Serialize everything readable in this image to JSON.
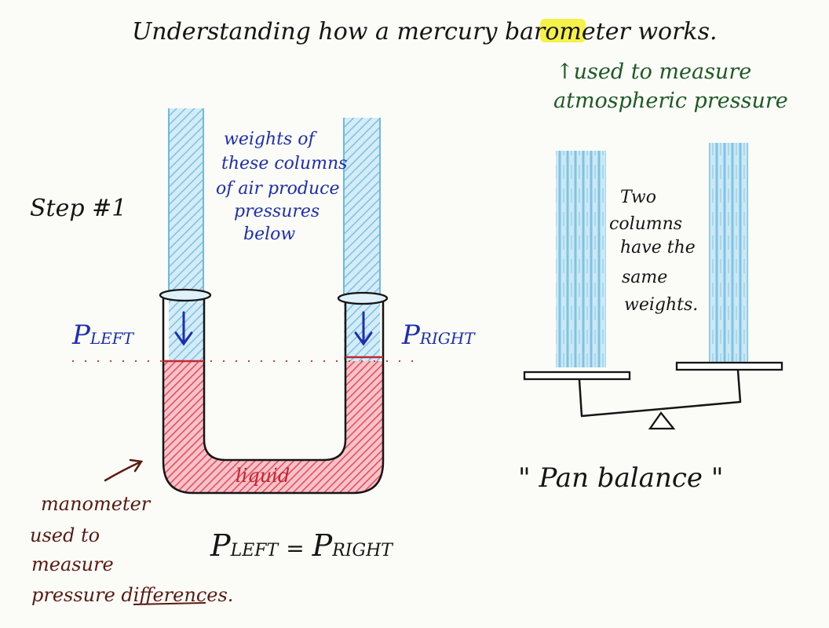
{
  "title": {
    "text_before": "Understanding how a mercury ",
    "highlight": "bar",
    "text_after": "ometer works."
  },
  "barometer_note": [
    "↑used to measure",
    "atmospheric pressure"
  ],
  "step_label": "Step #1",
  "weights_note": [
    "weights of",
    "these columns",
    "of air produce",
    "pressures",
    "below"
  ],
  "p_left": "P",
  "p_left_sub": "LEFT",
  "p_right": "P",
  "p_right_sub": "RIGHT",
  "liquid_label": "liquid",
  "equation": {
    "left": "P",
    "left_sub": "LEFT",
    "equals": "=",
    "right": "P",
    "right_sub": "RIGHT"
  },
  "manometer_note": [
    "manometer",
    "used to",
    "measure",
    "pressure differences."
  ],
  "two_columns_note": [
    "Two",
    "columns",
    "have the",
    "same",
    "weights."
  ],
  "pan_balance_label": "\" Pan balance \"",
  "colors": {
    "ink": "#151515",
    "blue_ink": "#1d2fb0",
    "air_blue": "#8fcbe8",
    "liquid_red": "#e8485a",
    "level_red": "#c2262e",
    "green_ink": "#1d5a26",
    "brown_ink": "#5a1a12",
    "highlight": "#f5ee2c"
  }
}
